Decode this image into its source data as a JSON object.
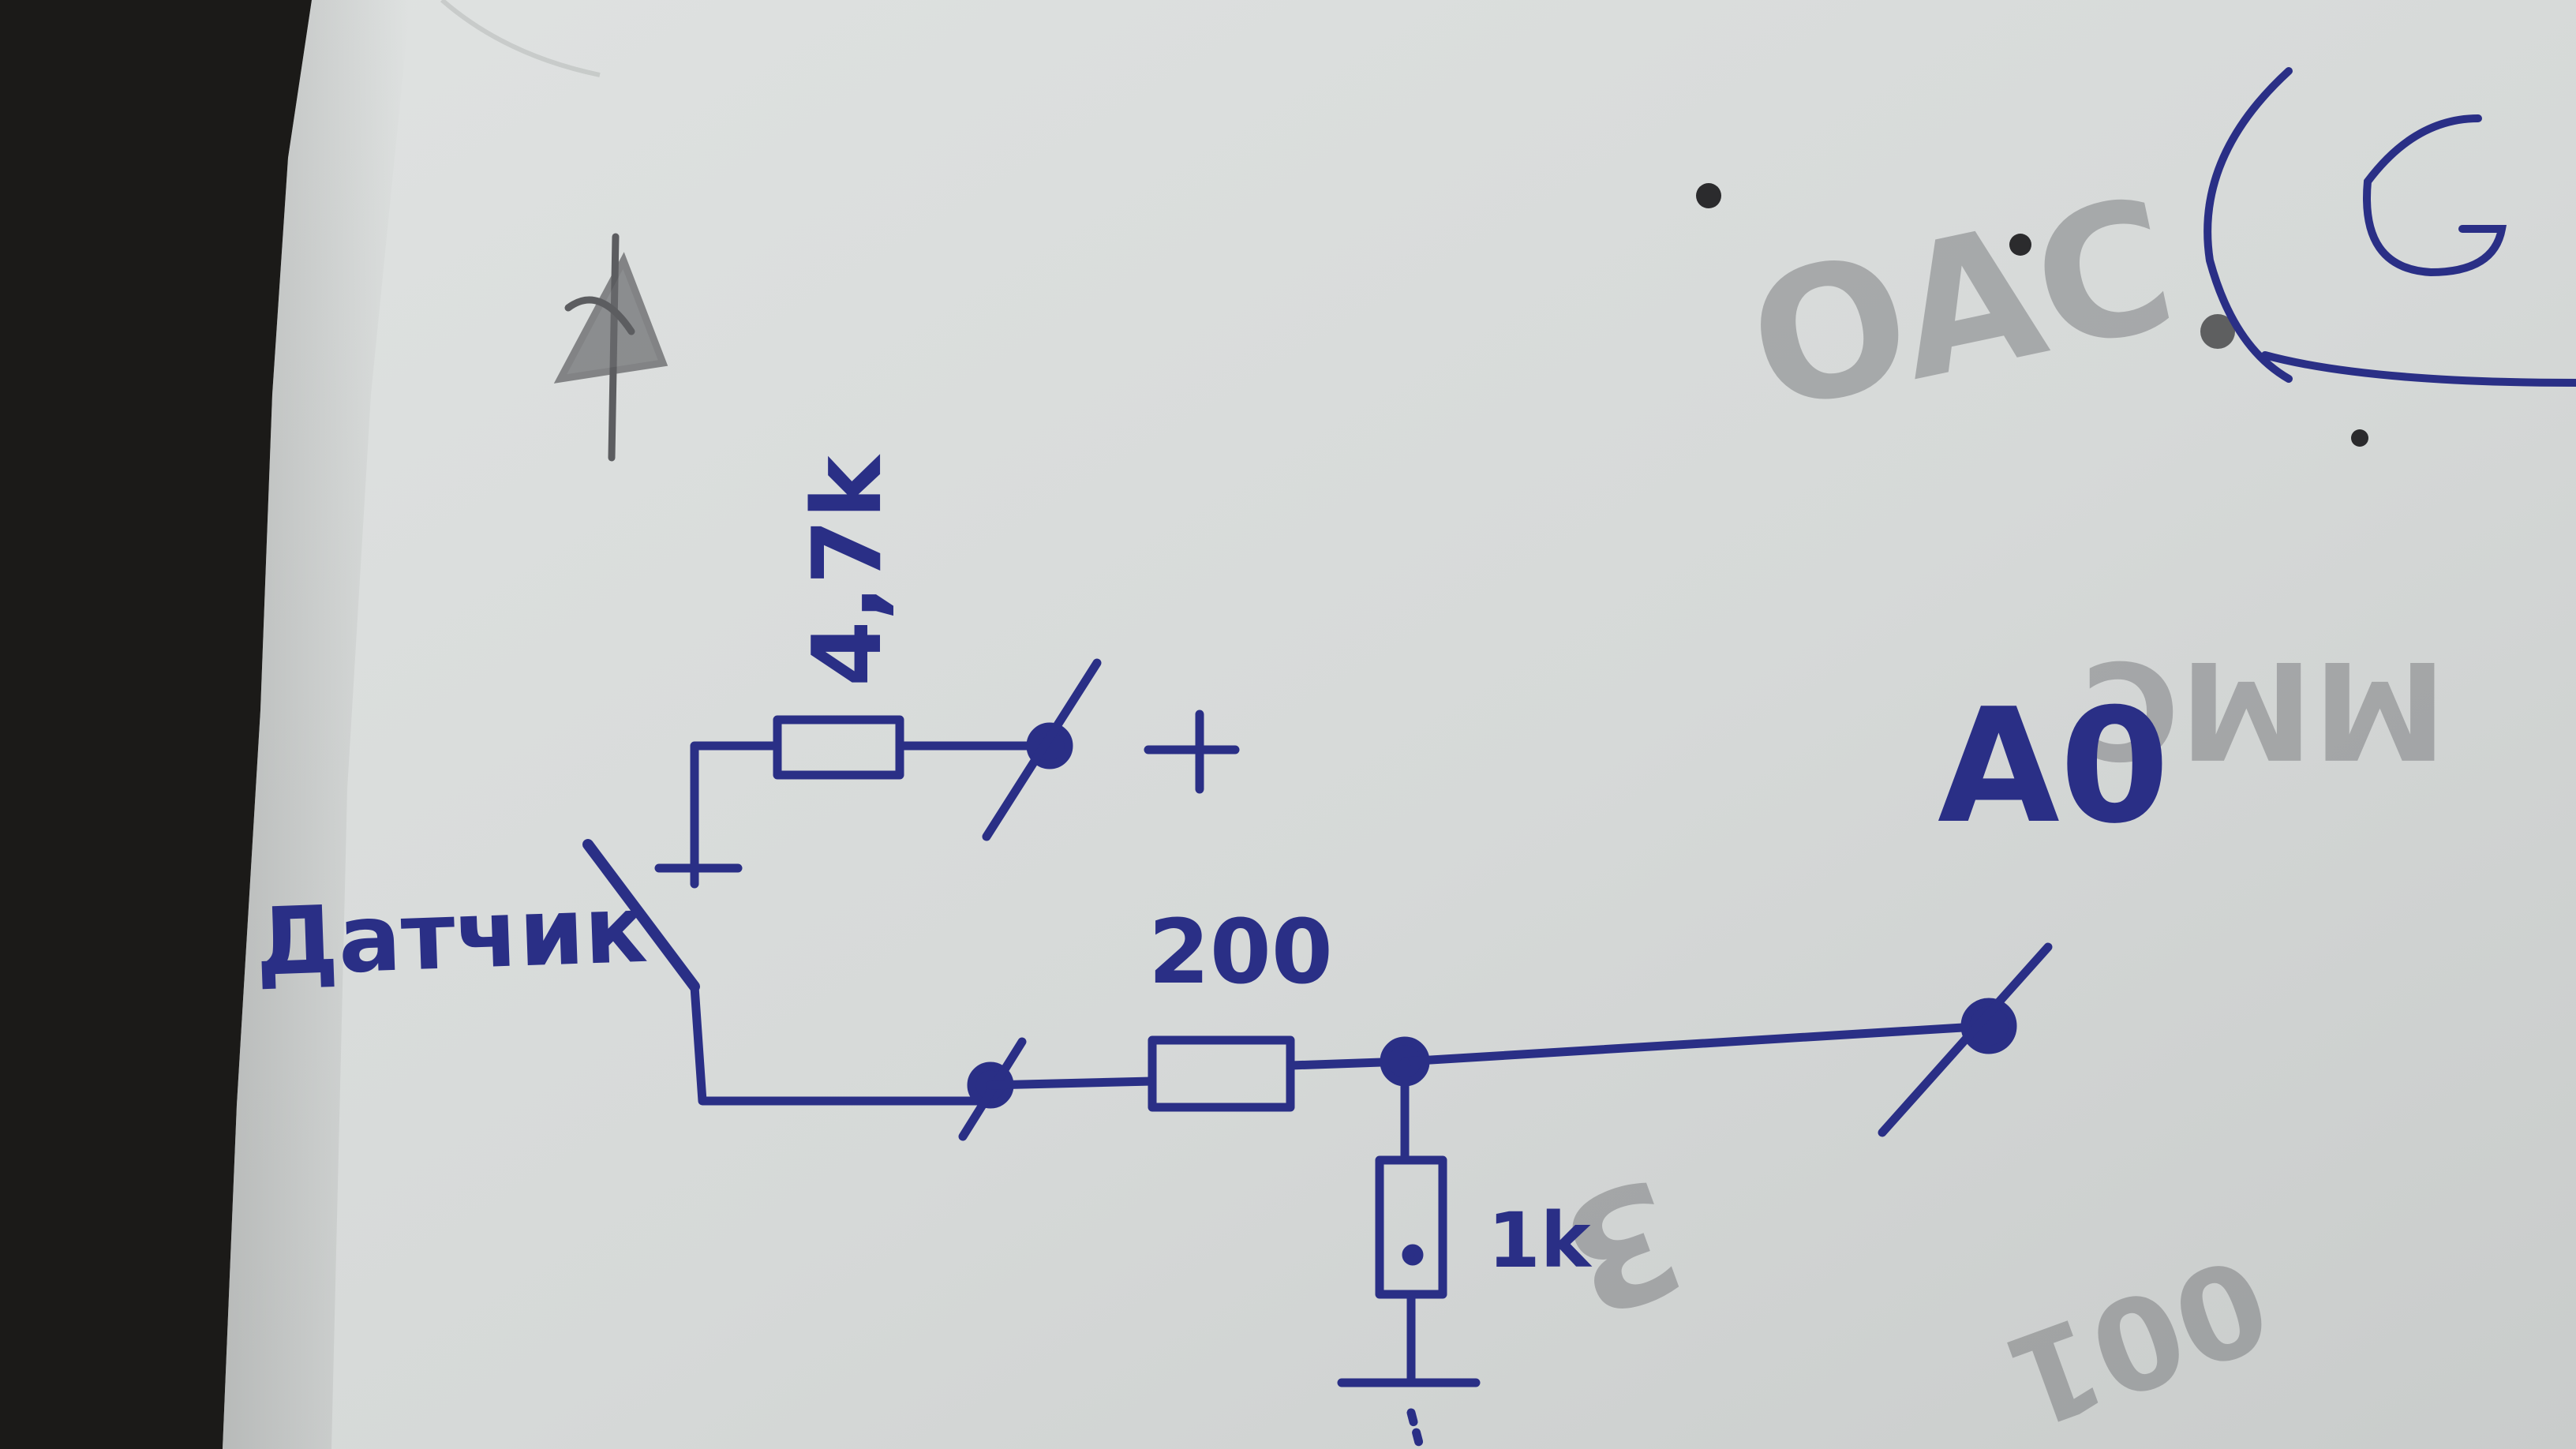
{
  "colors": {
    "paper": "#d9dcdb",
    "ink": "#2a2f86",
    "pencil": "#5c5d60",
    "table": "#1b1a18"
  },
  "labels": {
    "sensor": "Датчик",
    "r_pullup": "4,7k",
    "r_series": "200",
    "r_divider": "1k",
    "plus_terminal": "+",
    "analog_pin": "A0"
  },
  "background_marks": {
    "ink_corner": "(G",
    "bleed_top": "OAC",
    "bleed_right": "MMC",
    "bleed_mid": "3",
    "bleed_bottom": "001"
  }
}
